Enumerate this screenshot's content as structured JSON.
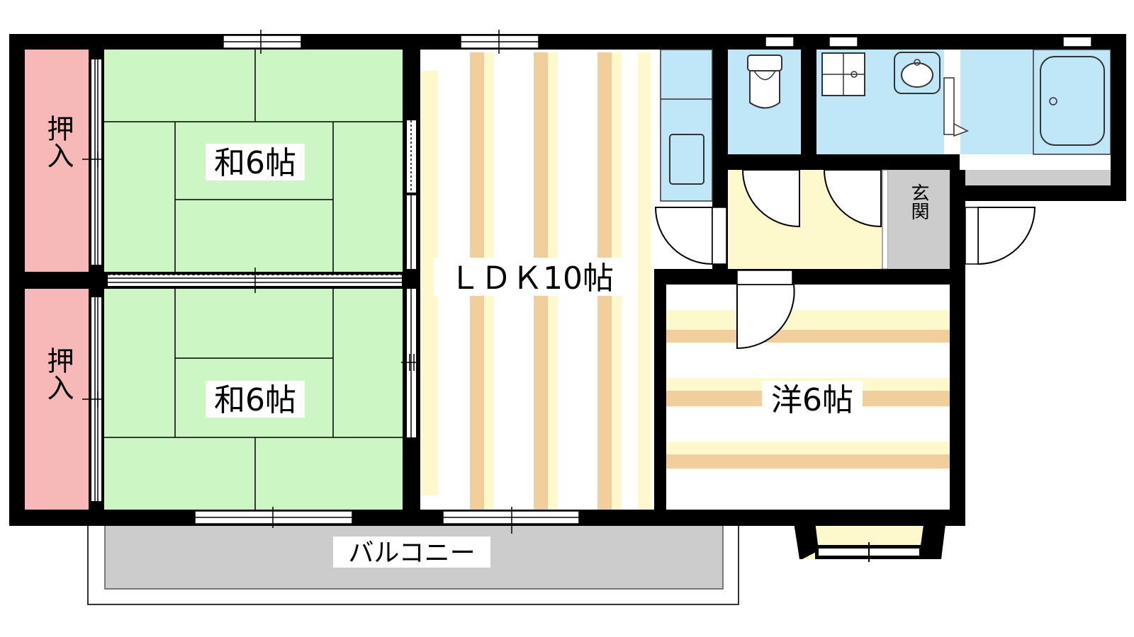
{
  "rooms": {
    "washitsu_top": "和6帖",
    "washitsu_bottom": "和6帖",
    "ldk": "ＬＤＫ10帖",
    "yoshitsu": "洋6帖",
    "genkan": "玄関",
    "oshiire_top": "押入",
    "oshiire_bottom": "押入",
    "balcony": "バルコニー"
  },
  "colors": {
    "wall": "#000000",
    "tatami": "#ccf7c4",
    "closet": "#f7b8b8",
    "wet_area": "#bfe7f8",
    "hall": "#fdf9cc",
    "stripe_tan": "#f0cf9c",
    "stripe_cream": "#fdf9cc",
    "entrance": "#cccccc",
    "balcony": "#cccccc"
  }
}
